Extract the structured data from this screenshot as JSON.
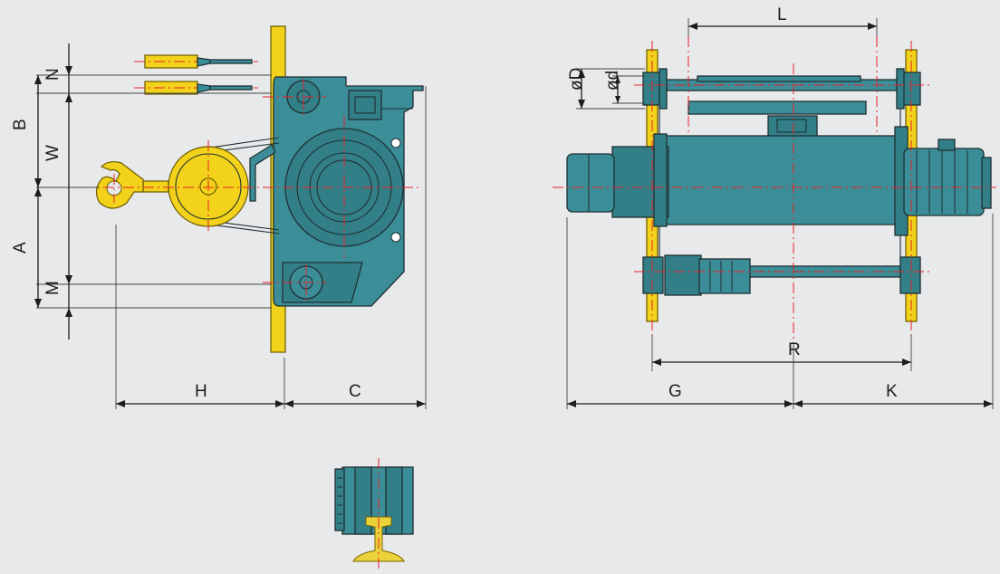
{
  "colors": {
    "background": "#e8e9ea",
    "body": "#3b8e97",
    "rail": "#f2d21a",
    "centerline": "#e8202a",
    "dimension": "#1d1d1d"
  },
  "side_view": {
    "labels": {
      "N": "N",
      "B": "B",
      "W": "W",
      "A": "A",
      "M": "M",
      "H": "H",
      "C": "C"
    }
  },
  "front_view": {
    "labels": {
      "L": "L",
      "D": "øD",
      "d": "ød",
      "R": "R",
      "G": "G",
      "K": "K"
    }
  },
  "rail_section": {
    "label": ""
  }
}
